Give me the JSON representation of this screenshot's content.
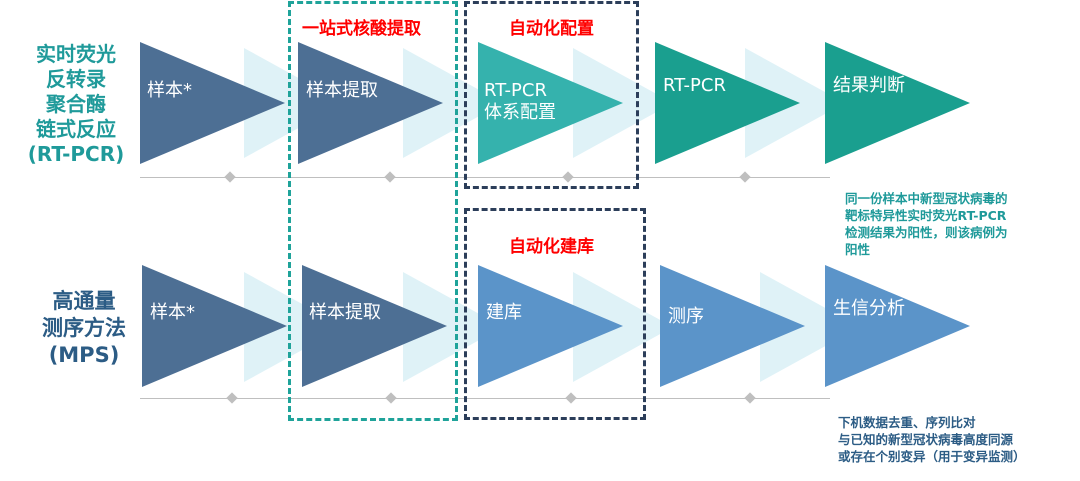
{
  "labels": {
    "rtpcr": [
      "实时荧光",
      "反转录",
      "聚合酶",
      "链式反应",
      "(RT-PCR)"
    ],
    "mps": [
      "高通量",
      "测序方法",
      "(MPS)"
    ]
  },
  "boxes": {
    "extraction_title": "一站式核酸提取",
    "auto_config_title": "自动化配置",
    "auto_library_title": "自动化建库"
  },
  "rtpcr_steps": [
    {
      "text": [
        "样本*"
      ],
      "color": "#4d6f94"
    },
    {
      "text": [
        "样本提取"
      ],
      "color": "#4d6f94"
    },
    {
      "text": [
        "RT-PCR",
        "体系配置"
      ],
      "color": "#35b2ad"
    },
    {
      "text": [
        "RT-PCR"
      ],
      "color": "#1a9f8f"
    },
    {
      "text": [
        "结果判断"
      ],
      "color": "#1a9f8f"
    }
  ],
  "mps_steps": [
    {
      "text": [
        "样本*"
      ],
      "color": "#4d6f94"
    },
    {
      "text": [
        "样本提取"
      ],
      "color": "#4d6f94"
    },
    {
      "text": [
        "建库"
      ],
      "color": "#5b94c9"
    },
    {
      "text": [
        "测序"
      ],
      "color": "#5b94c9"
    },
    {
      "text": [
        "生信分析"
      ],
      "color": "#5b94c9"
    }
  ],
  "notes": {
    "rtpcr": [
      "同一份样本中新型冠状病毒的",
      "靶标特异性实时荧光RT-PCR",
      "检测结果为阳性，则该病例为",
      "阳性"
    ],
    "mps": [
      "下机数据去重、序列比对",
      "与已知的新型冠状病毒高度同源",
      "或存在个别变异（用于变异监测）"
    ]
  },
  "colors": {
    "teal_label": "#1f9a9a",
    "navy_label": "#2c5c85",
    "box_teal": "#1fa39a",
    "box_navy": "#2c3e5a",
    "title_red": "#ff0000"
  }
}
